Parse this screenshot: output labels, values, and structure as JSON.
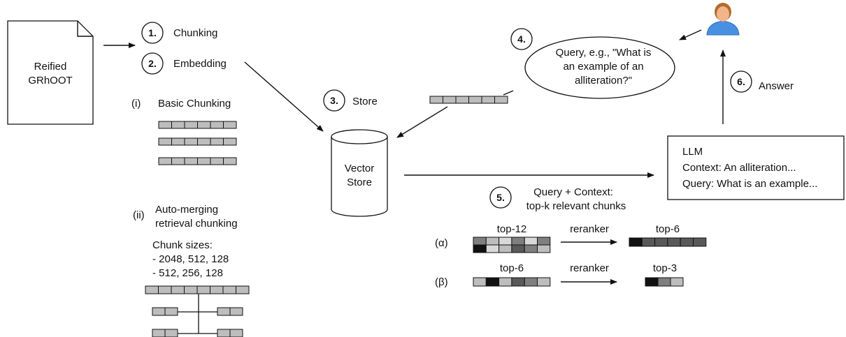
{
  "document": {
    "line1": "Reified",
    "line2": "GRhOOT"
  },
  "steps": {
    "s1": {
      "num": "1.",
      "label": "Chunking"
    },
    "s2": {
      "num": "2.",
      "label": "Embedding"
    },
    "s3": {
      "num": "3.",
      "label": "Store"
    },
    "s4": {
      "num": "4.",
      "query_line1": "Query, e.g., \"What is",
      "query_line2": "an example of an",
      "query_line3": "alliteration?\""
    },
    "s5": {
      "num": "5.",
      "line1": "Query + Context:",
      "line2": "top-k relevant chunks"
    },
    "s6": {
      "num": "6.",
      "label": "Answer"
    }
  },
  "basic_chunking": {
    "marker": "(i)",
    "label": "Basic Chunking"
  },
  "auto_merging": {
    "marker": "(ii)",
    "line1": "Auto-merging",
    "line2": "retrieval chunking",
    "sizes_title": "Chunk sizes:",
    "size1": "- 2048, 512, 128",
    "size2": "- 512, 256, 128"
  },
  "vector_store": {
    "line1": "Vector",
    "line2": "Store"
  },
  "llm": {
    "title": "LLM",
    "context": "Context: An alliteration...",
    "query": "Query: What is an example..."
  },
  "rerank": {
    "alpha": {
      "marker": "(α)",
      "in_label": "top-12",
      "arrow_label": "reranker",
      "out_label": "top-6"
    },
    "beta": {
      "marker": "(β)",
      "in_label": "top-6",
      "arrow_label": "reranker",
      "out_label": "top-3"
    }
  },
  "colors": {
    "cell_light": "#bdbdbd",
    "cell_pale": "#d9d9d9",
    "cell_mid": "#7f7f7f",
    "cell_dark": "#595959",
    "cell_black": "#111111",
    "user_skin": "#f2b48a",
    "user_hair": "#b36b2c",
    "user_shirt": "#4a90e2"
  },
  "icons": {
    "user": "user-avatar-icon",
    "document": "document-icon",
    "database": "database-icon"
  }
}
